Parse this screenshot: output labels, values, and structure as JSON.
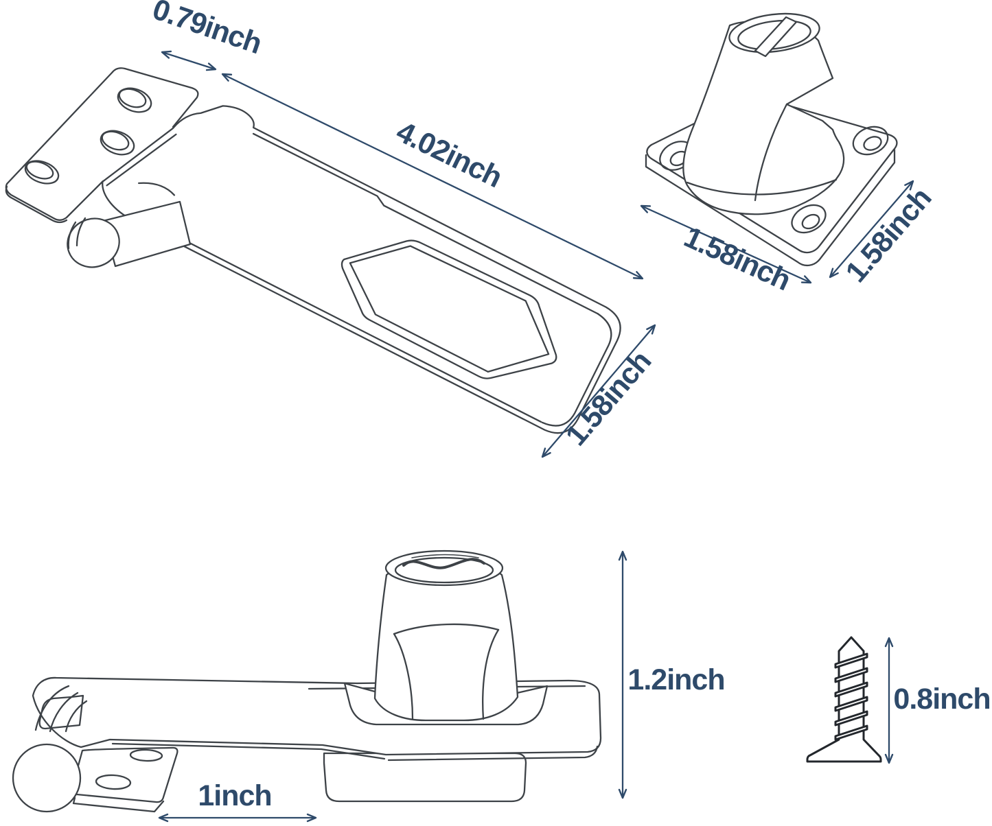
{
  "page": {
    "background": "#ffffff"
  },
  "colors": {
    "line_art": "#3d4247",
    "screw": "#23272c",
    "dimension": "#2e4a6a"
  },
  "views": {
    "hasp_isometric": {
      "dims": {
        "hinge_width": "0.79inch",
        "length": "4.02inch",
        "width": "1.58inch"
      }
    },
    "lock_isometric": {
      "dims": {
        "base_width": "1.58inch",
        "base_depth": "1.58inch"
      }
    },
    "assembly_side": {
      "dims": {
        "height": "1.2inch",
        "hinge_leaf_length": "1inch"
      }
    },
    "screw": {
      "dims": {
        "length": "0.8inch"
      }
    }
  }
}
